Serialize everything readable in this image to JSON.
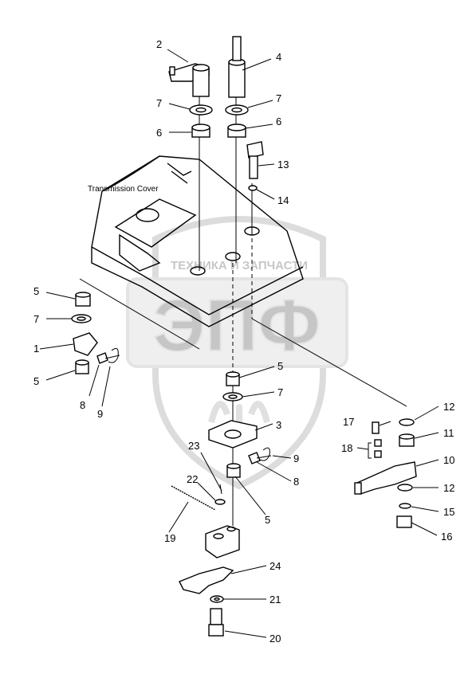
{
  "watermark": {
    "text": "ТЕХНИКА И ЗАПЧАСТИ",
    "logo": "ЭПФ"
  },
  "labels": {
    "transmission_cover": "Transmission Cover"
  },
  "callouts": [
    {
      "id": "c2",
      "text": "2"
    },
    {
      "id": "c4",
      "text": "4"
    },
    {
      "id": "c7a",
      "text": "7"
    },
    {
      "id": "c7b",
      "text": "7"
    },
    {
      "id": "c6a",
      "text": "6"
    },
    {
      "id": "c6b",
      "text": "6"
    },
    {
      "id": "c13",
      "text": "13"
    },
    {
      "id": "c14",
      "text": "14"
    },
    {
      "id": "c5a",
      "text": "5"
    },
    {
      "id": "c7c",
      "text": "7"
    },
    {
      "id": "c1",
      "text": "1"
    },
    {
      "id": "c5b",
      "text": "5"
    },
    {
      "id": "c8a",
      "text": "8"
    },
    {
      "id": "c9a",
      "text": "9"
    },
    {
      "id": "c5c",
      "text": "5"
    },
    {
      "id": "c7d",
      "text": "7"
    },
    {
      "id": "c3",
      "text": "3"
    },
    {
      "id": "c12a",
      "text": "12"
    },
    {
      "id": "c17",
      "text": "17"
    },
    {
      "id": "c11",
      "text": "11"
    },
    {
      "id": "c18",
      "text": "18"
    },
    {
      "id": "c10",
      "text": "10"
    },
    {
      "id": "c23",
      "text": "23"
    },
    {
      "id": "c9b",
      "text": "9"
    },
    {
      "id": "c8b",
      "text": "8"
    },
    {
      "id": "c22",
      "text": "22"
    },
    {
      "id": "c12b",
      "text": "12"
    },
    {
      "id": "c15",
      "text": "15"
    },
    {
      "id": "c19",
      "text": "19"
    },
    {
      "id": "c5d",
      "text": "5"
    },
    {
      "id": "c16",
      "text": "16"
    },
    {
      "id": "c24",
      "text": "24"
    },
    {
      "id": "c21",
      "text": "21"
    },
    {
      "id": "c20",
      "text": "20"
    }
  ]
}
